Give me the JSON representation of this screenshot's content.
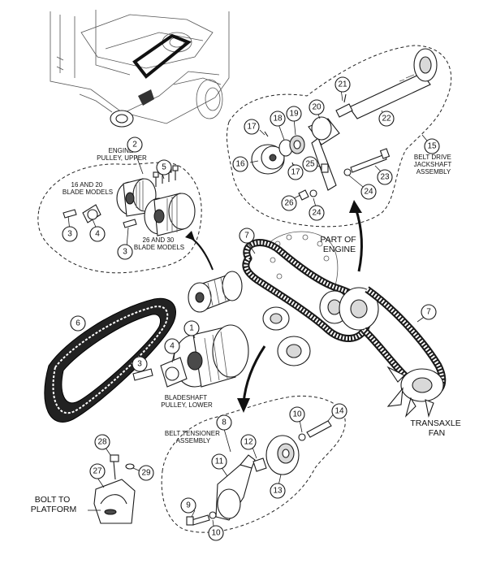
{
  "callouts": [
    {
      "id": "c1",
      "text": "1"
    },
    {
      "id": "c2",
      "text": "2"
    },
    {
      "id": "c3a",
      "text": "3"
    },
    {
      "id": "c3b",
      "text": "3"
    },
    {
      "id": "c3c",
      "text": "3"
    },
    {
      "id": "c4a",
      "text": "4"
    },
    {
      "id": "c4b",
      "text": "4"
    },
    {
      "id": "c5",
      "text": "5"
    },
    {
      "id": "c6",
      "text": "6"
    },
    {
      "id": "c7a",
      "text": "7"
    },
    {
      "id": "c7b",
      "text": "7"
    },
    {
      "id": "c8",
      "text": "8"
    },
    {
      "id": "c9",
      "text": "9"
    },
    {
      "id": "c10a",
      "text": "10"
    },
    {
      "id": "c10b",
      "text": "10"
    },
    {
      "id": "c11",
      "text": "11"
    },
    {
      "id": "c12",
      "text": "12"
    },
    {
      "id": "c13",
      "text": "13"
    },
    {
      "id": "c14",
      "text": "14"
    },
    {
      "id": "c15",
      "text": "15"
    },
    {
      "id": "c16",
      "text": "16"
    },
    {
      "id": "c17a",
      "text": "17"
    },
    {
      "id": "c17b",
      "text": "17"
    },
    {
      "id": "c18",
      "text": "18"
    },
    {
      "id": "c19",
      "text": "19"
    },
    {
      "id": "c20",
      "text": "20"
    },
    {
      "id": "c21",
      "text": "21"
    },
    {
      "id": "c22",
      "text": "22"
    },
    {
      "id": "c23",
      "text": "23"
    },
    {
      "id": "c24a",
      "text": "24"
    },
    {
      "id": "c24b",
      "text": "24"
    },
    {
      "id": "c25",
      "text": "25"
    },
    {
      "id": "c26",
      "text": "26"
    },
    {
      "id": "c27",
      "text": "27"
    },
    {
      "id": "c28",
      "text": "28"
    },
    {
      "id": "c29",
      "text": "29"
    }
  ],
  "labels": {
    "engine_pulley_upper": [
      "ENGINE",
      "PULLEY, UPPER"
    ],
    "blade_models_16_20": [
      "16 AND 20",
      "BLADE MODELS"
    ],
    "blade_models_26_30": [
      "26 AND 30",
      "BLADE MODELS"
    ],
    "belt_drive_jackshaft": [
      "BELT DRIVE",
      "JACKSHAFT",
      "ASSEMBLY"
    ],
    "part_of_engine": [
      "PART OF",
      "ENGINE"
    ],
    "bladeshaft_pulley": [
      "BLADESHAFT",
      "PULLEY, LOWER"
    ],
    "belt_tensioner": [
      "BELT TENSIONER",
      "ASSEMBLY"
    ],
    "transaxle_fan": [
      "TRANSAXLE",
      "FAN"
    ],
    "bolt_to_platform": [
      "BOLT TO",
      "PLATFORM"
    ]
  }
}
